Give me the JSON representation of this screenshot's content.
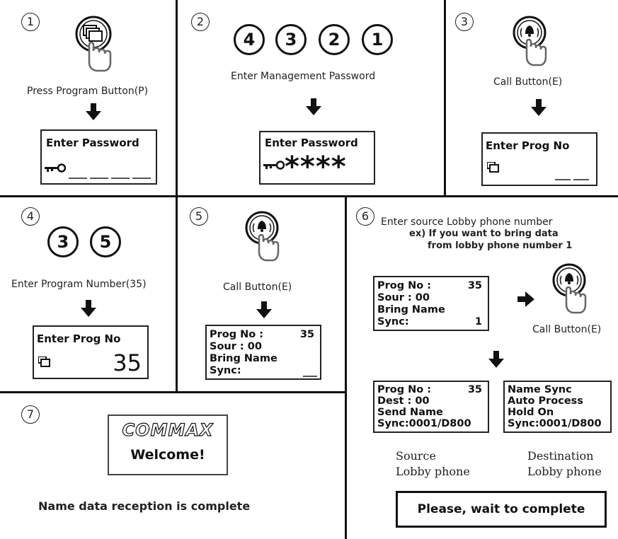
{
  "steps": {
    "s1": {
      "num": "1",
      "caption": "Press Program Button(P)",
      "lcd_title": "Enter Password"
    },
    "s2": {
      "num": "2",
      "digits": [
        "4",
        "3",
        "2",
        "1"
      ],
      "caption": "Enter Management Password",
      "lcd_title": "Enter Password",
      "stars": "****"
    },
    "s3": {
      "num": "3",
      "caption": "Call Button(E)",
      "lcd_title": "Enter Prog  No"
    },
    "s4": {
      "num": "4",
      "digits": [
        "3",
        "5"
      ],
      "caption": "Enter Program Number(35)",
      "lcd_title": "Enter Prog  No",
      "lcd_value": "35"
    },
    "s5": {
      "num": "5",
      "caption": "Call Button(E)",
      "lcd": {
        "l1": "Prog No :",
        "l1v": "35",
        "l2": "Sour : 00",
        "l3": "Bring Name",
        "l4": "Sync:"
      }
    },
    "s6": {
      "num": "6",
      "caption1": "Enter source Lobby phone number",
      "caption2": "ex) If you want to bring data",
      "caption3": "from lobby phone number 1",
      "lcd_a": {
        "l1": "Prog No :",
        "l1v": "35",
        "l2": "Sour : 00",
        "l3": "Bring Name",
        "l4": "Sync:",
        "l4v": "1"
      },
      "call_caption": "Call Button(E)",
      "lcd_src": {
        "l1": "Prog No :",
        "l1v": "35",
        "l2": "Dest : 00",
        "l3": "Send Name",
        "l4": "Sync:0001/D800"
      },
      "lcd_dst": {
        "l1": "Name Sync",
        "l2": "Auto Process",
        "l3": "Hold On",
        "l4": "Sync:0001/D800"
      },
      "src_label1": "Source",
      "src_label2": "Lobby phone",
      "dst_label1": "Destination",
      "dst_label2": "Lobby phone",
      "wait": "Please, wait to complete"
    },
    "s7": {
      "num": "7",
      "logo": "COMMAX",
      "welcome": "Welcome!",
      "caption": "Name data reception is complete"
    }
  },
  "icons": [
    "program-button-hand-icon",
    "call-button-hand-icon",
    "key-icon",
    "program-icon",
    "down-arrow-icon",
    "right-arrow-icon"
  ]
}
